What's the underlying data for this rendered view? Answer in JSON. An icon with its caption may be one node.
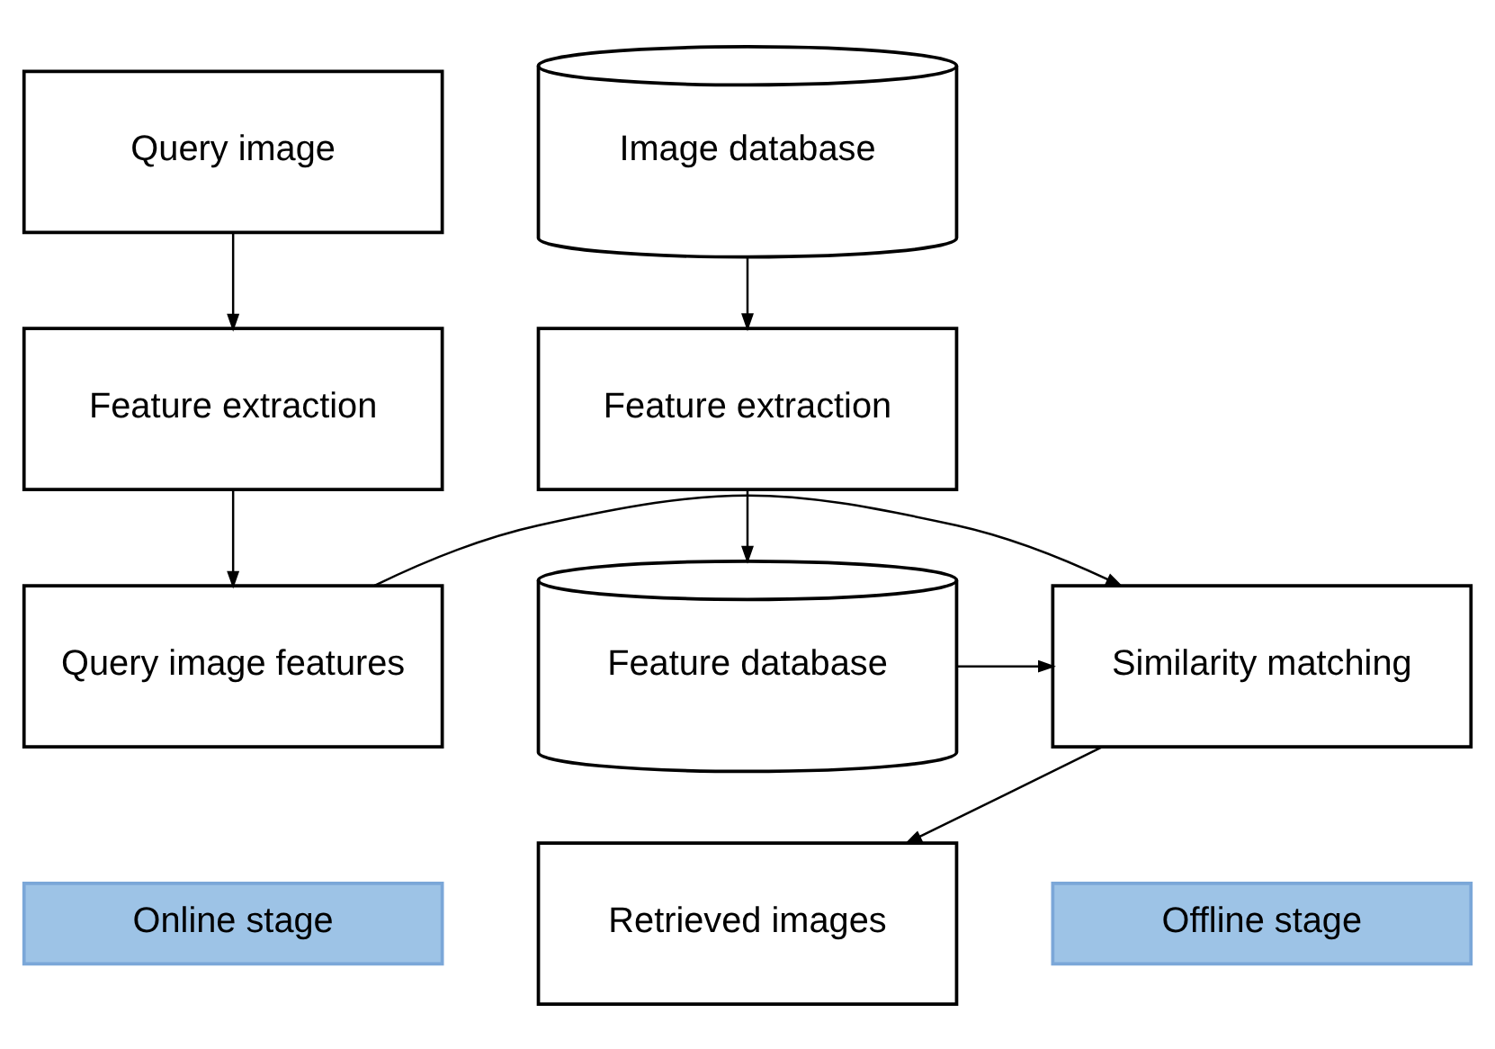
{
  "diagram": {
    "nodes": [
      {
        "text": [
          "Query image"
        ]
      },
      {
        "text": [
          "Feature extraction"
        ]
      },
      {
        "text": [
          "Query image features"
        ]
      },
      {
        "text": [
          "Similarity matching"
        ]
      },
      {
        "text": [
          "Retrieved images"
        ]
      },
      {
        "text": [
          "Image database"
        ]
      },
      {
        "text": [
          "Feature extraction"
        ]
      },
      {
        "text": [
          "Feature database"
        ]
      },
      {
        "text": [
          "Online stage"
        ]
      },
      {
        "text": [
          "Offline stage"
        ]
      }
    ],
    "edges": [
      {
        "from": 0,
        "to": 1,
        "arrow": "to"
      },
      {
        "from": 1,
        "to": 2,
        "arrow": "to"
      },
      {
        "from": 2,
        "to": 3,
        "arrow": "to"
      },
      {
        "from": 5,
        "to": 6,
        "arrow": "to"
      },
      {
        "from": 6,
        "to": 7,
        "arrow": "to"
      },
      {
        "from": 7,
        "to": 3,
        "arrow": "to"
      },
      {
        "from": 3,
        "to": 4,
        "arrow": "to"
      }
    ]
  }
}
